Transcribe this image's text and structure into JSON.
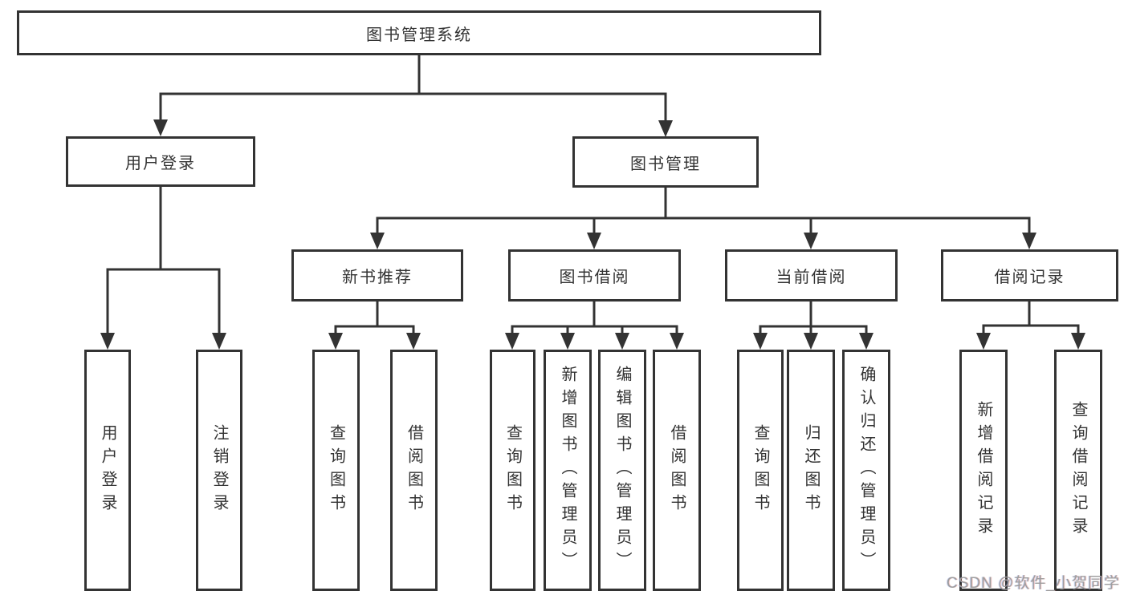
{
  "palette": {
    "line": "#333333",
    "box_border": "#333333",
    "box_background": "#ffffff",
    "text": "#333333",
    "watermark_text": "#9e9e9e"
  },
  "watermark": {
    "text": "CSDN @软件_小贺同学"
  },
  "tree": {
    "label": "图书管理系统",
    "children": [
      {
        "label": "用户登录",
        "children": [
          {
            "label": "用户登录"
          },
          {
            "label": "注销登录"
          }
        ]
      },
      {
        "label": "图书管理",
        "children": [
          {
            "label": "新书推荐",
            "children": [
              {
                "label": "查询图书"
              },
              {
                "label": "借阅图书"
              }
            ]
          },
          {
            "label": "图书借阅",
            "children": [
              {
                "label": "查询图书"
              },
              {
                "label": "新增图书（管理员）"
              },
              {
                "label": "编辑图书（管理员）"
              },
              {
                "label": "借阅图书"
              }
            ]
          },
          {
            "label": "当前借阅",
            "children": [
              {
                "label": "查询图书"
              },
              {
                "label": "归还图书"
              },
              {
                "label": "确认归还（管理员）"
              }
            ]
          },
          {
            "label": "借阅记录",
            "children": [
              {
                "label": "新增借阅记录"
              },
              {
                "label": "查询借阅记录"
              }
            ]
          }
        ]
      }
    ]
  }
}
